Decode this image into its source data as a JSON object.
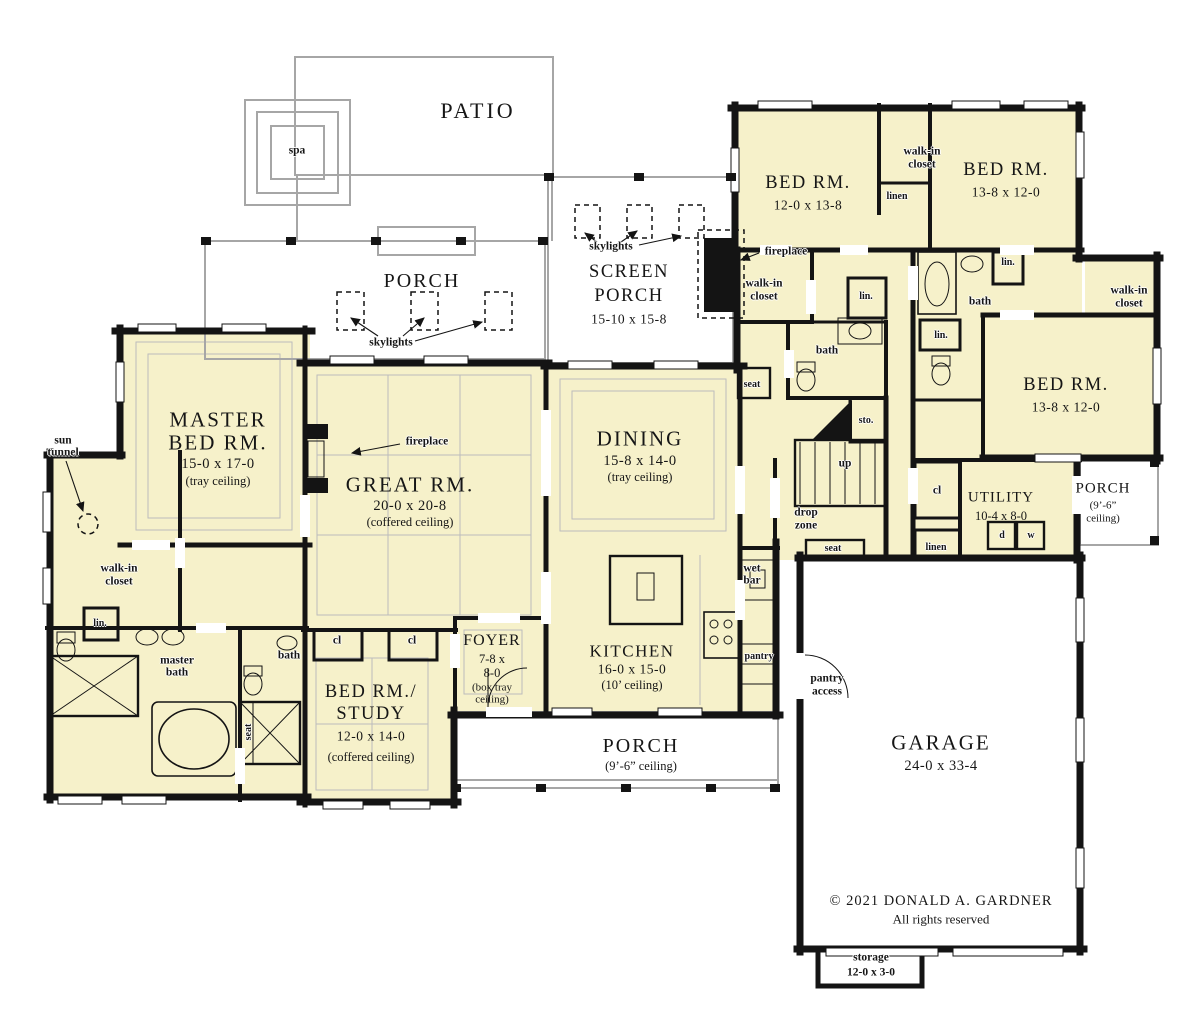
{
  "colors": {
    "room_fill": "#f6f1ca",
    "wall": "#141414",
    "outline": "#a6a6a6"
  },
  "outdoor": {
    "patio": "PATIO",
    "spa": "spa",
    "porch_top": "PORCH",
    "skylights_porch": "skylights",
    "screen_porch": {
      "line1": "SCREEN",
      "line2": "PORCH",
      "dims": "15-10 x 15-8"
    },
    "skylights_screen": "skylights",
    "front_porch": {
      "name": "PORCH",
      "ceiling": "(9’-6” ceiling)"
    },
    "side_porch": {
      "name": "PORCH",
      "ceil1": "(9’-6”",
      "ceil2": "ceiling)"
    }
  },
  "master": {
    "name1": "MASTER",
    "name2": "BED RM.",
    "dims": "15-0 x 17-0",
    "ceiling": "(tray ceiling)",
    "sun1": "sun",
    "sun2": "tunnel",
    "wic1": "walk-in",
    "wic2": "closet",
    "lin": "lin.",
    "bath1": "master",
    "bath2": "bath",
    "seat": "seat"
  },
  "great": {
    "name": "GREAT RM.",
    "dims": "20-0 x 20-8",
    "ceiling": "(coffered ceiling)",
    "fireplace": "fireplace"
  },
  "dining": {
    "name": "DINING",
    "dims": "15-8 x 14-0",
    "ceiling": "(tray ceiling)"
  },
  "kitchen": {
    "name": "KITCHEN",
    "dims": "16-0 x 15-0",
    "ceiling": "(10’ ceiling)",
    "wet1": "wet",
    "wet2": "bar",
    "pantry": "pantry",
    "pantry_access1": "pantry",
    "pantry_access2": "access"
  },
  "foyer": {
    "name": "FOYER",
    "dims1": "7-8 x",
    "dims2": "8-0",
    "ceil1": "(box tray",
    "ceil2": "ceiling)"
  },
  "study": {
    "name1": "BED RM./",
    "name2": "STUDY",
    "dims": "12-0 x 14-0",
    "ceiling": "(coffered ceiling)",
    "cl_left": "cl",
    "cl_right": "cl",
    "bath": "bath"
  },
  "bed2": {
    "name": "BED RM.",
    "dims": "12-0 x 13-8"
  },
  "bed3": {
    "name": "BED RM.",
    "dims": "13-8 x 12-0"
  },
  "bed4": {
    "name": "BED RM.",
    "dims": "13-8 x 12-0"
  },
  "hall": {
    "wic_top1": "walk-in",
    "wic_top2": "closet",
    "linen_top": "linen",
    "fireplace": "fireplace",
    "wic1": "walk-in",
    "wic2": "closet",
    "lin": "lin.",
    "bath": "bath",
    "seat": "seat",
    "bath_right": "bath",
    "lin_top": "lin.",
    "lin_mid": "lin.",
    "wic_r1": "walk-in",
    "wic_r2": "closet",
    "sto": "sto.",
    "up": "up",
    "drop1": "drop",
    "drop2": "zone",
    "seat_drop": "seat"
  },
  "utility": {
    "name": "UTILITY",
    "dims": "10-4 x 8-0",
    "cl": "cl",
    "d": "d",
    "w": "w",
    "linen": "linen"
  },
  "garage": {
    "name": "GARAGE",
    "dims": "24-0 x 33-4",
    "storage": "storage",
    "storage_dims": "12-0 x 3-0"
  },
  "footer": {
    "copyright": "© 2021 DONALD A. GARDNER",
    "rights": "All rights reserved"
  }
}
